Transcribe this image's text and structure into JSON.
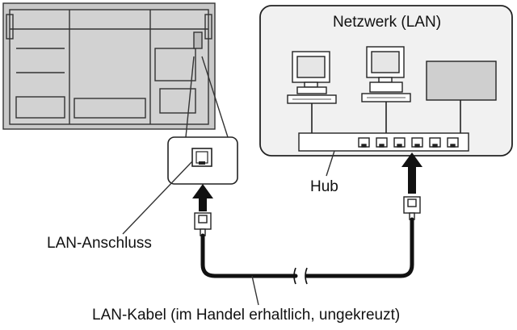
{
  "labels": {
    "network": "Netzwerk (LAN)",
    "hub": "Hub",
    "lan_port": "LAN-Anschluss",
    "lan_cable": "LAN-Kabel (im Handel erhaltlich, ungekreuzt)"
  },
  "colors": {
    "line": "#222222",
    "display_fill": "#c8c8c8",
    "panel_fill": "#f2f2f2",
    "screen_fill": "#cfcfcf",
    "cable": "#111111"
  }
}
